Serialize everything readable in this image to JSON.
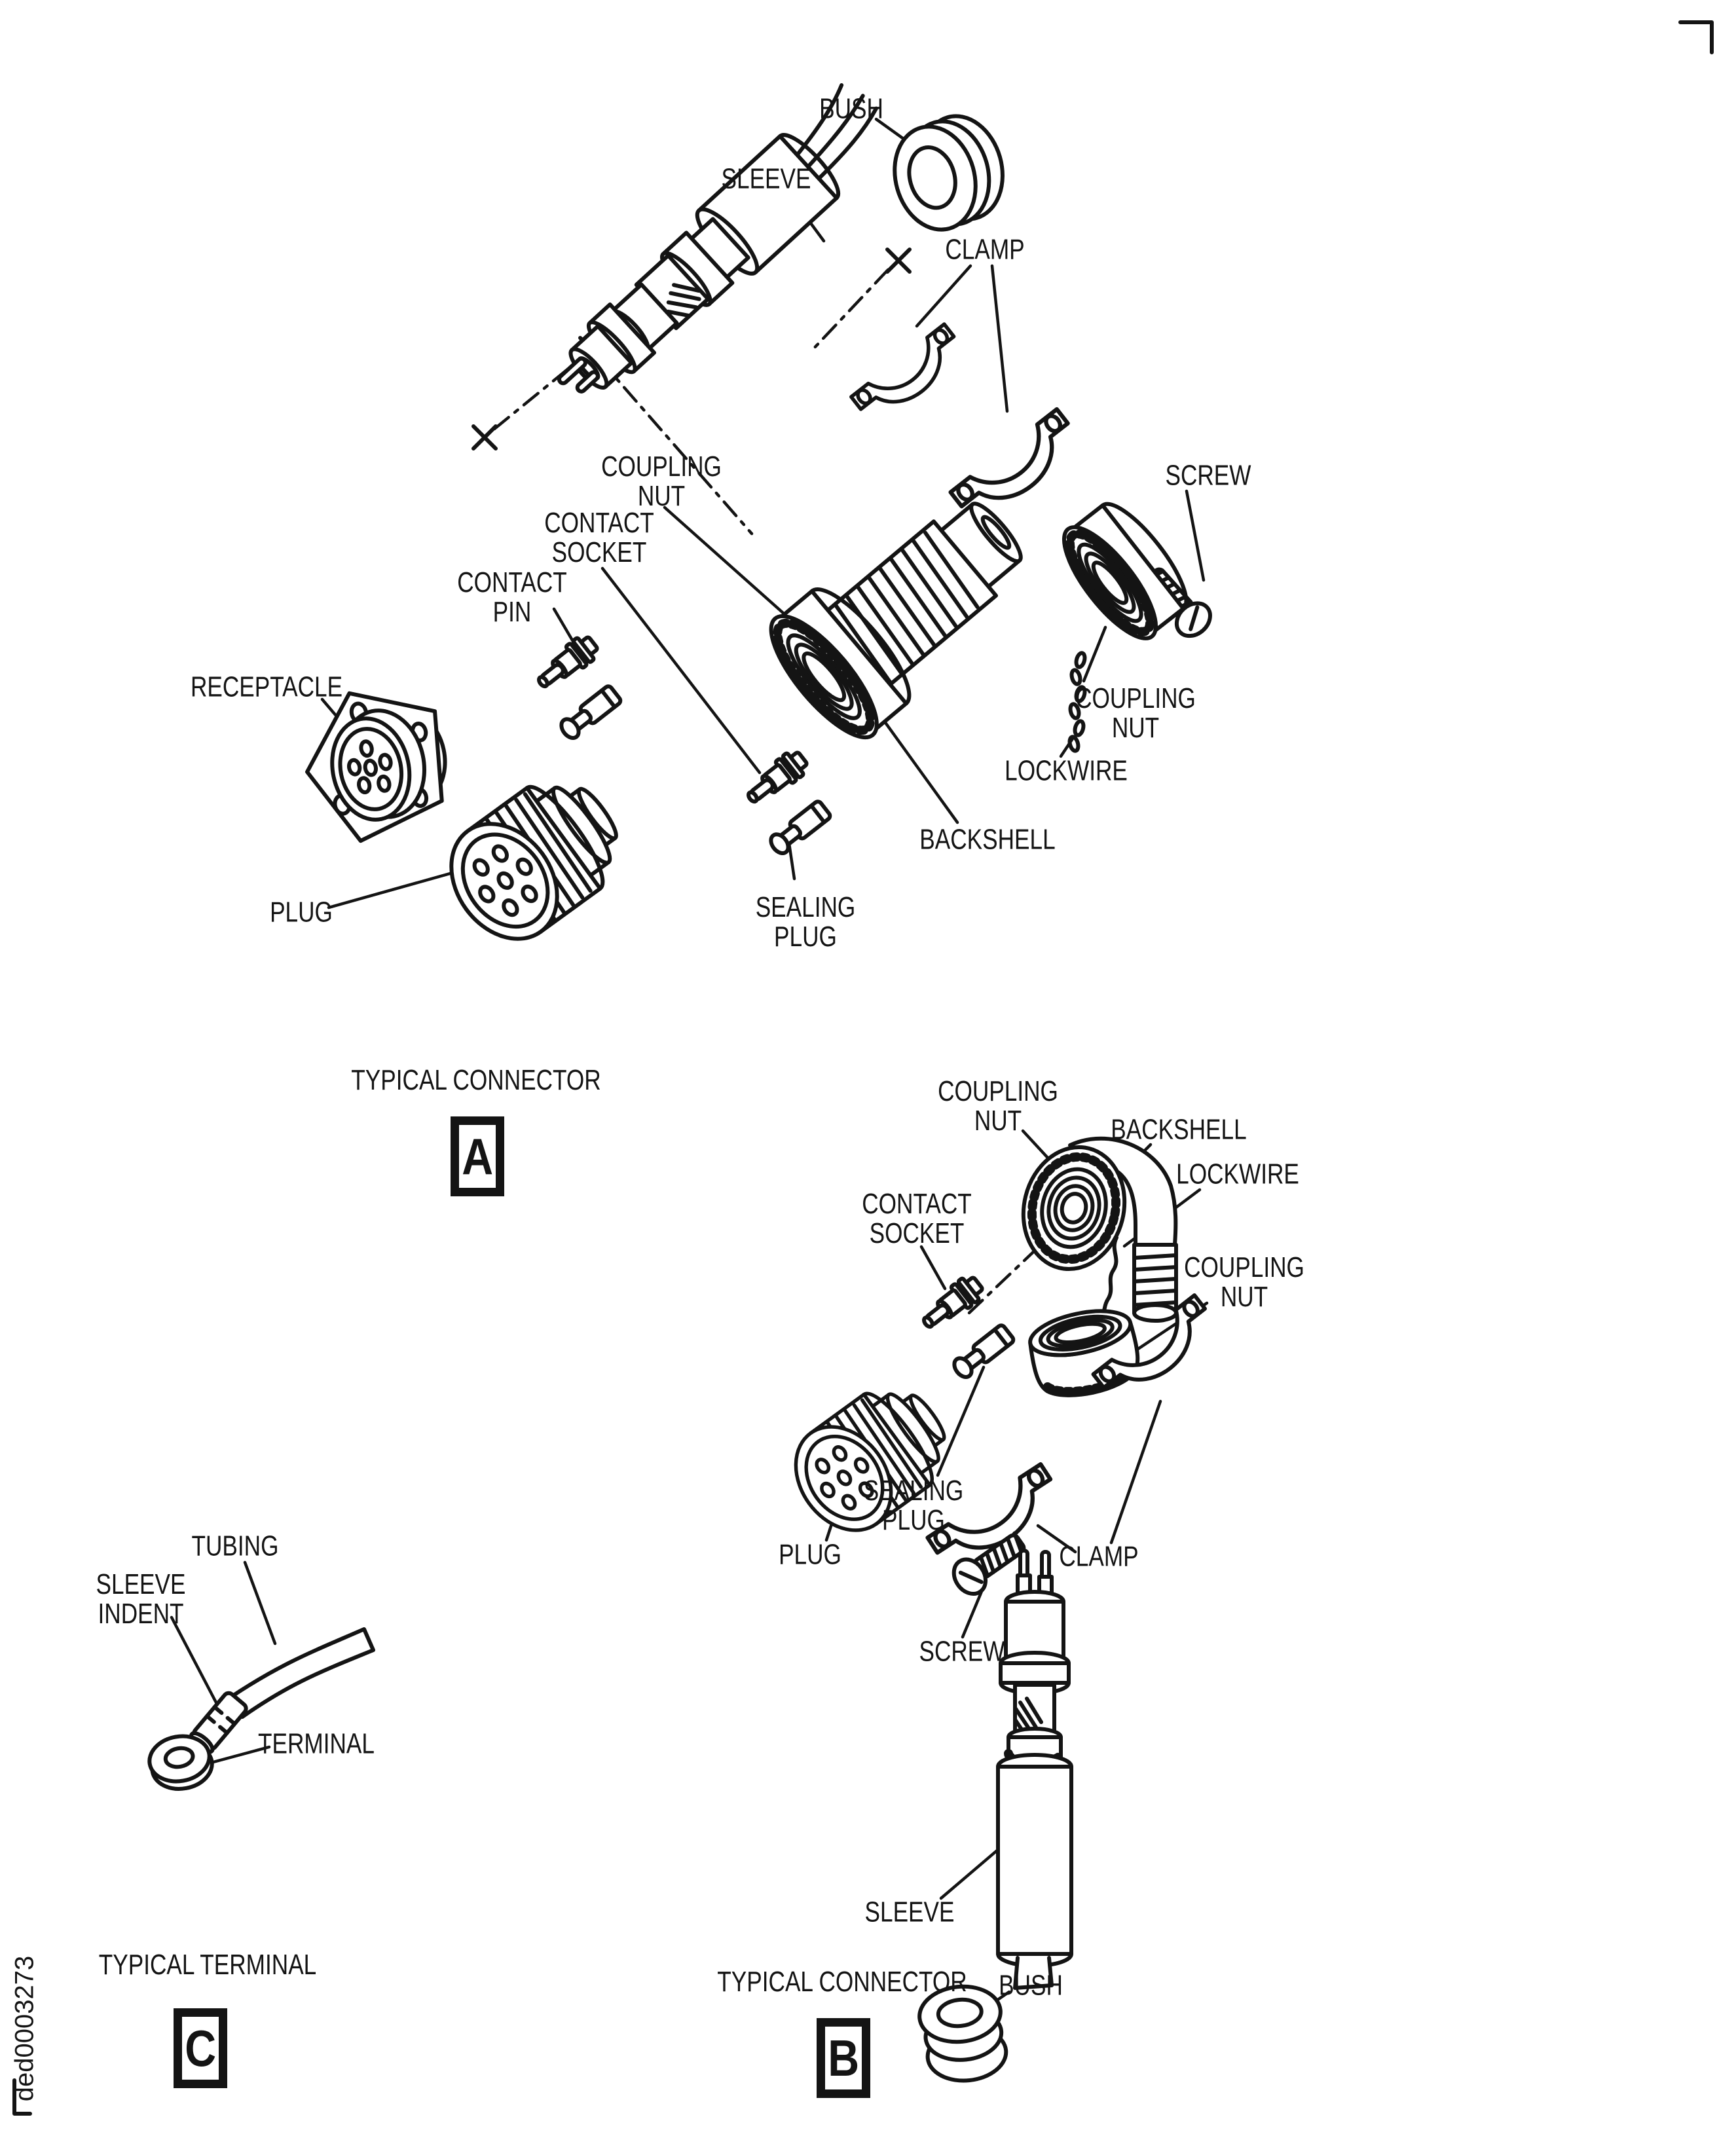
{
  "colors": {
    "ink": "#141414",
    "paper": "#ffffff"
  },
  "figure": {
    "code": "ded0003273"
  },
  "sections": {
    "a": {
      "title": "TYPICAL CONNECTOR",
      "letter": "A",
      "labels": {
        "bush": "BUSH",
        "sleeve": "SLEEVE",
        "clamp": "CLAMP",
        "coupling_nut": "COUPLING\nNUT",
        "contact_socket": "CONTACT\nSOCKET",
        "contact_pin": "CONTACT\nPIN",
        "receptacle": "RECEPTACLE",
        "screw": "SCREW",
        "coupling_nut_2": "COUPLING\nNUT",
        "lockwire": "LOCKWIRE",
        "backshell": "BACKSHELL",
        "sealing_plug": "SEALING\nPLUG",
        "plug": "PLUG"
      }
    },
    "b": {
      "title": "TYPICAL CONNECTOR",
      "letter": "B",
      "labels": {
        "coupling_nut": "COUPLING\nNUT",
        "backshell": "BACKSHELL",
        "lockwire": "LOCKWIRE",
        "contact_socket": "CONTACT\nSOCKET",
        "coupling_nut_2": "COUPLING\nNUT",
        "sealing_plug": "SEALING\nPLUG",
        "plug": "PLUG",
        "clamp": "CLAMP",
        "screw": "SCREW",
        "sleeve": "SLEEVE",
        "bush": "BUSH"
      }
    },
    "c": {
      "title": "TYPICAL TERMINAL",
      "letter": "C",
      "labels": {
        "tubing": "TUBING",
        "sleeve_indent": "SLEEVE\nINDENT",
        "terminal": "TERMINAL"
      }
    }
  }
}
